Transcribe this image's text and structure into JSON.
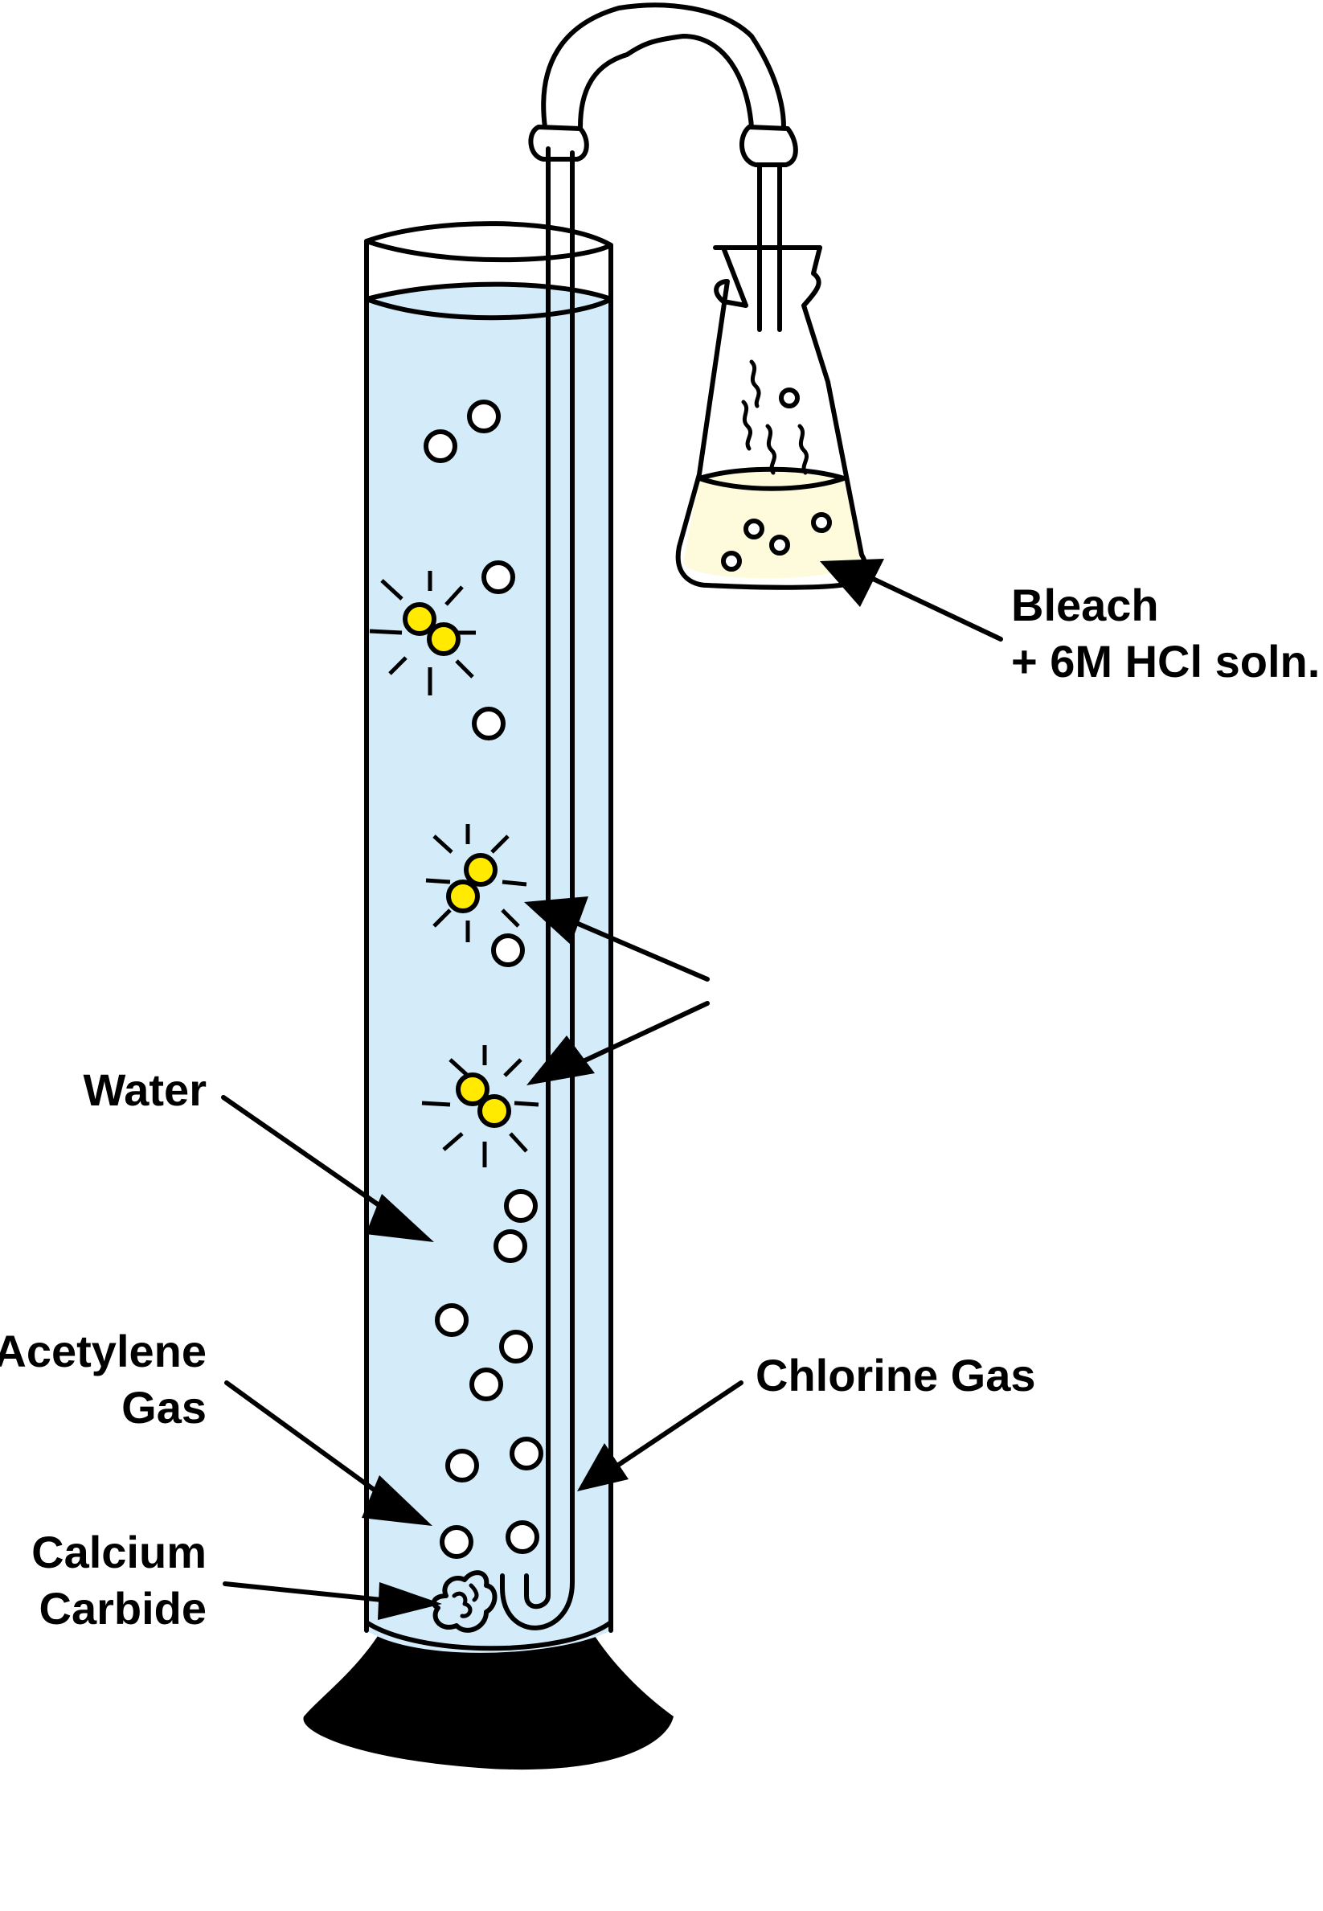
{
  "labels": {
    "bleach_line1": "Bleach",
    "bleach_line2": "+ 6M HCl soln.",
    "water": "Water",
    "acetylene_line1": "Acetylene",
    "acetylene_line2": "Gas",
    "chlorine": "Chlorine Gas",
    "calcium_line1": "Calcium",
    "calcium_line2": "Carbide"
  },
  "colors": {
    "water": "#d4ecf9",
    "bleach_solution": "#fdfbdc",
    "chlorine_atom": "#ffea00",
    "outline": "#000000",
    "base": "#000000"
  }
}
